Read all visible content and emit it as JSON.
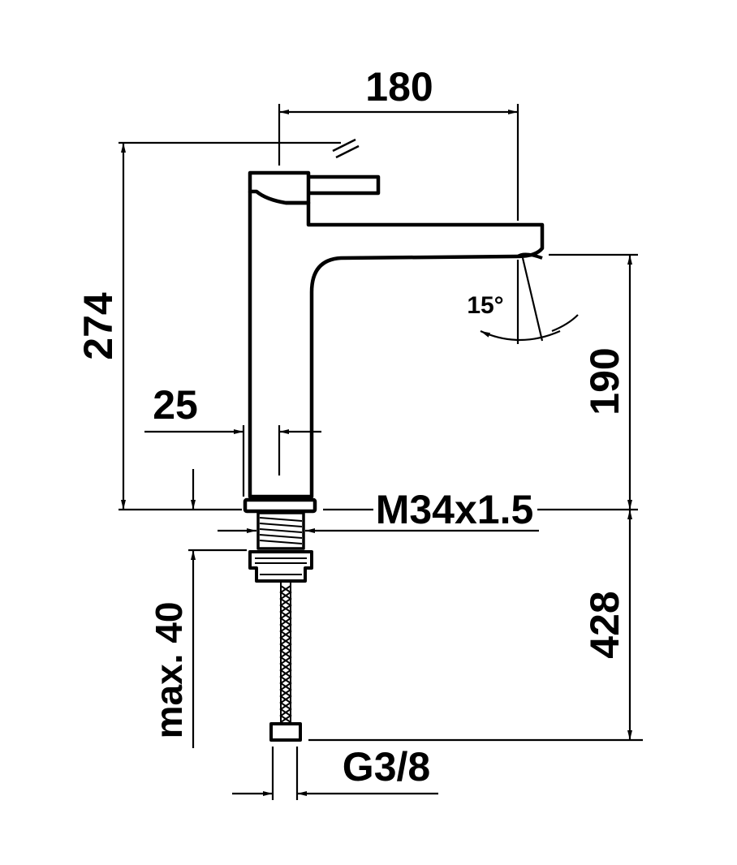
{
  "drawing": {
    "dimensions": {
      "spout_reach": "180",
      "total_height": "274",
      "body_diameter": "25",
      "spout_height": "190",
      "thread": "M34x1.5",
      "hose_length": "428",
      "max_counter_thickness": "max. 40",
      "connection_thread": "G3/8",
      "outlet_angle": "15°"
    }
  }
}
